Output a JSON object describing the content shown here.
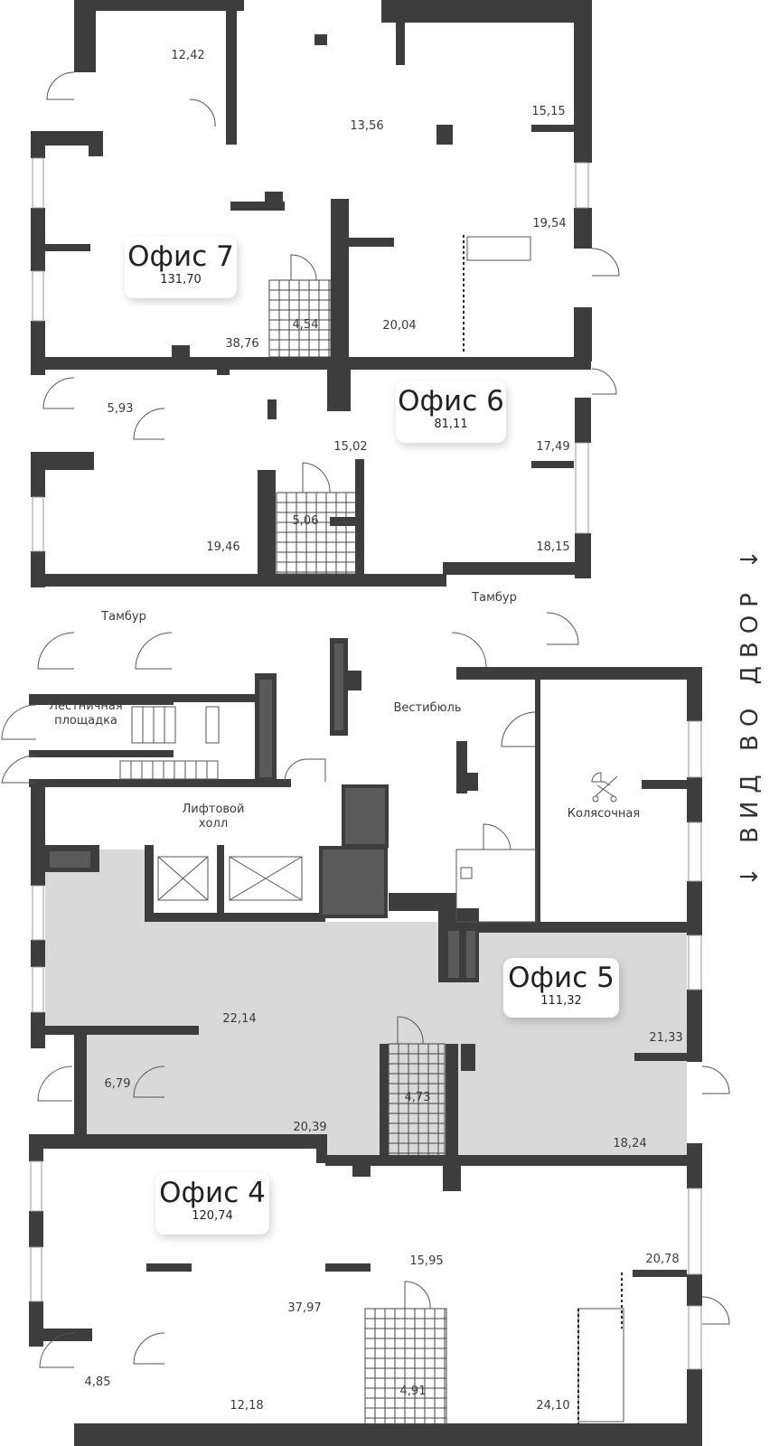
{
  "offices": [
    {
      "name": "Офис 7",
      "area": "131,70"
    },
    {
      "name": "Офис 6",
      "area": "81,11"
    },
    {
      "name": "Офис 5",
      "area": "111,32"
    },
    {
      "name": "Офис 4",
      "area": "120,74"
    }
  ],
  "room_areas": {
    "o7": [
      "12,42",
      "13,56",
      "15,15",
      "19,54",
      "4,54",
      "20,04",
      "38,76"
    ],
    "o6": [
      "5,93",
      "15,02",
      "17,49",
      "5,06",
      "19,46",
      "18,15"
    ],
    "o5": [
      "22,14",
      "21,33",
      "6,79",
      "4,73",
      "20,39",
      "18,24"
    ],
    "o4": [
      "15,95",
      "20,78",
      "37,97",
      "4,85",
      "4,91",
      "12,18",
      "24,10"
    ]
  },
  "common_rooms": {
    "tambur_left": "Тамбур",
    "tambur_right": "Тамбур",
    "stair": "Лестничная площадка",
    "vestibule": "Вестибюль",
    "lift_hall": "Лифтовой холл",
    "stroller": "Колясочная"
  },
  "view_label": "↓ ВИД ВО ДВОР ↓",
  "colors": {
    "wall": "#3d3d3d",
    "highlight": "#d9d9d9"
  }
}
